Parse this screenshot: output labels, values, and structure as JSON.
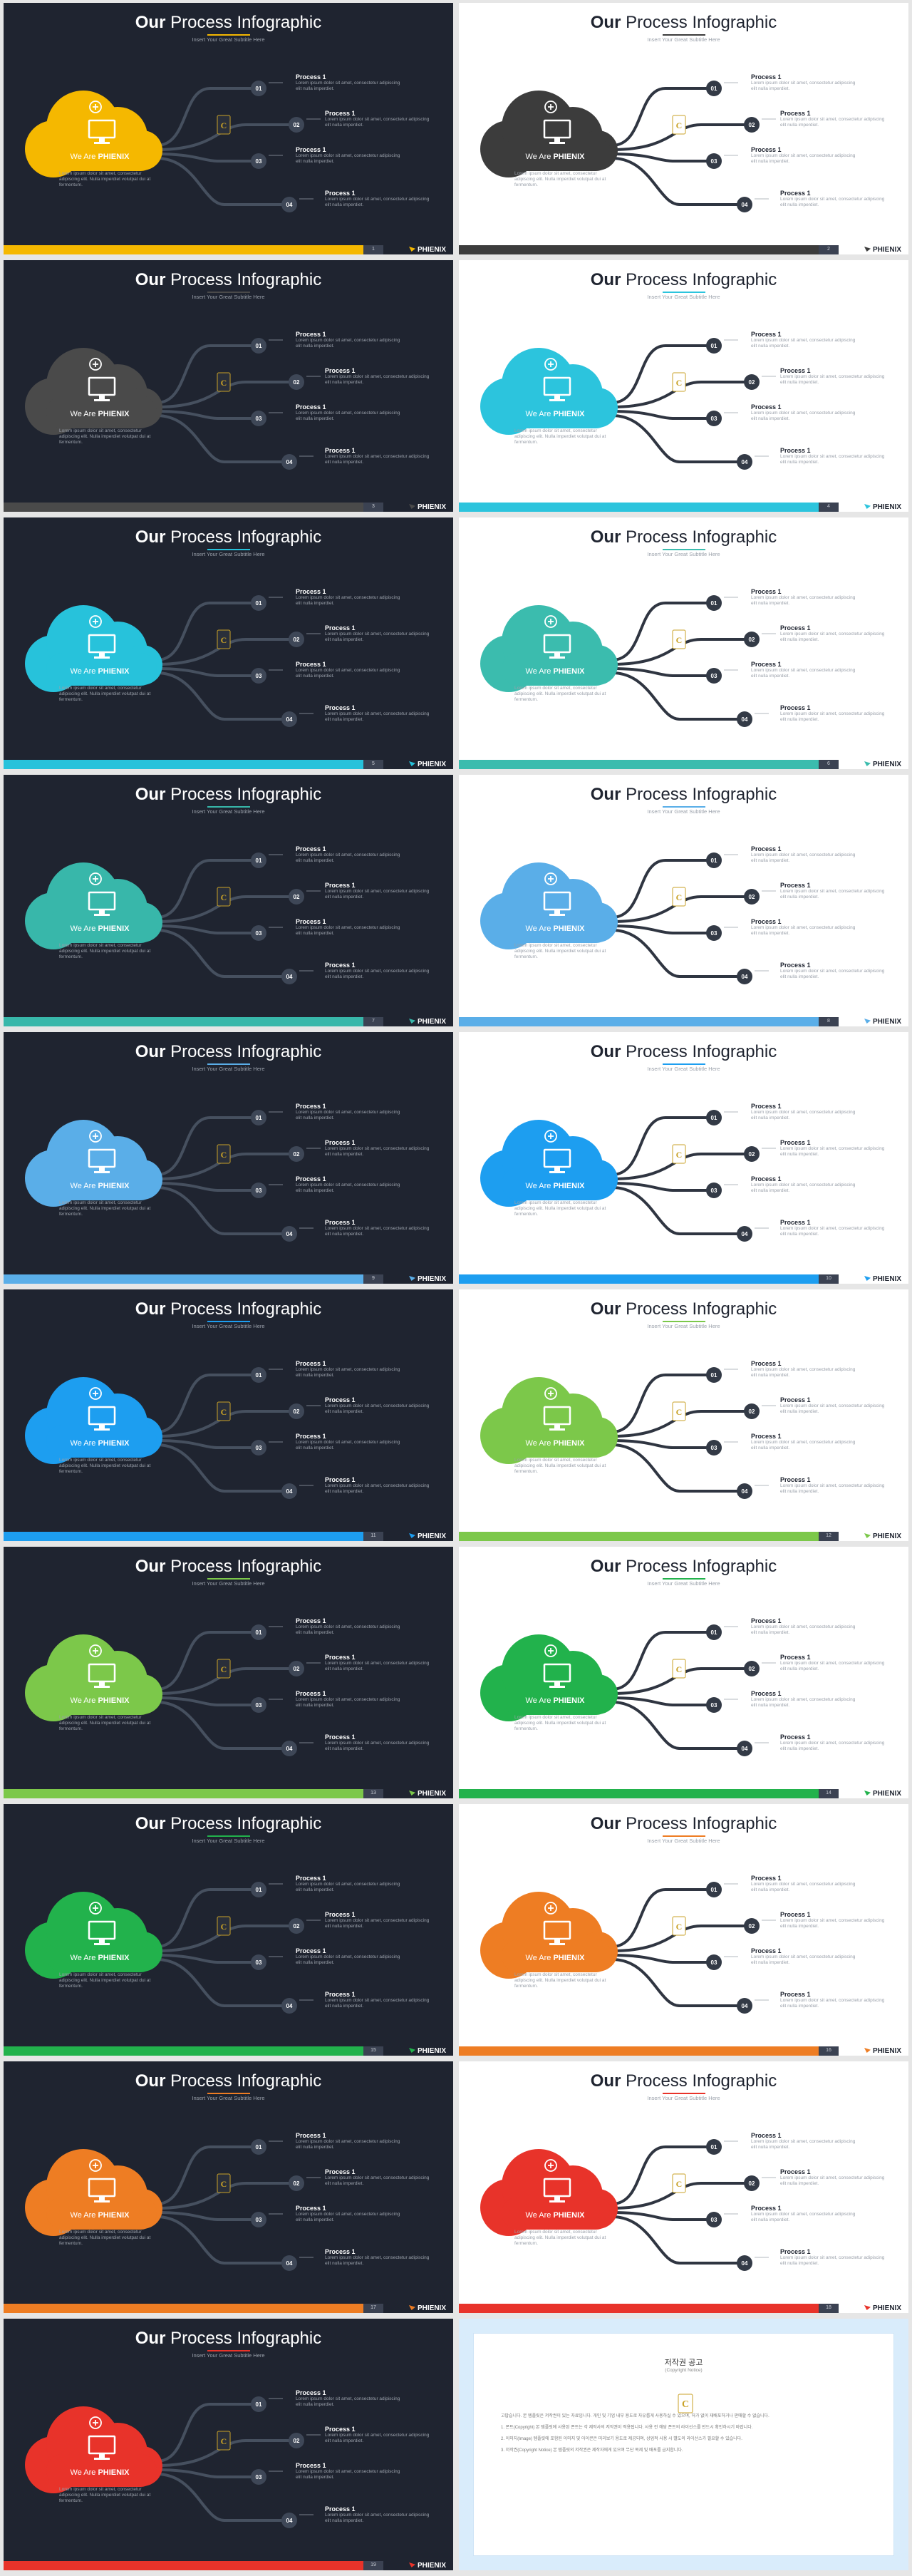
{
  "slide_common": {
    "title_bold": "Our",
    "title_rest": "Process Infographic",
    "subtitle": "Insert Your Great Subtitle Here",
    "we_are": "We Are",
    "brand_in_cloud": "PHIENIX",
    "cloud_desc": "Lorem ipsum dolor sit amet, consectetur adipiscing elit. Nulla imperdiet volutpat dui at fermentum.",
    "brand": "PHIENIX",
    "process_title": "Process 1",
    "process_desc": "Lorem ipsum dolor sit amet, consectetur adipiscing elit nulla imperdiet.",
    "numbers": [
      "01",
      "02",
      "03",
      "04"
    ]
  },
  "slides": [
    {
      "theme": "dark",
      "accent": "#f5b800",
      "page": "1"
    },
    {
      "theme": "light",
      "accent": "#3c3c3c",
      "page": "2"
    },
    {
      "theme": "dark",
      "accent": "#4a4a4a",
      "page": "3"
    },
    {
      "theme": "light",
      "accent": "#2cc4dd",
      "page": "4"
    },
    {
      "theme": "dark",
      "accent": "#27c2db",
      "page": "5"
    },
    {
      "theme": "light",
      "accent": "#3bbcae",
      "page": "6"
    },
    {
      "theme": "dark",
      "accent": "#38b7aa",
      "page": "7"
    },
    {
      "theme": "light",
      "accent": "#5aaee8",
      "page": "8"
    },
    {
      "theme": "dark",
      "accent": "#5aaee8",
      "page": "9"
    },
    {
      "theme": "light",
      "accent": "#1d9ef0",
      "page": "10"
    },
    {
      "theme": "dark",
      "accent": "#1d9ef0",
      "page": "11"
    },
    {
      "theme": "light",
      "accent": "#7cc84a",
      "page": "12"
    },
    {
      "theme": "dark",
      "accent": "#7cc84a",
      "page": "13"
    },
    {
      "theme": "light",
      "accent": "#22b24c",
      "page": "14"
    },
    {
      "theme": "dark",
      "accent": "#22b24c",
      "page": "15"
    },
    {
      "theme": "light",
      "accent": "#ee7d23",
      "page": "16"
    },
    {
      "theme": "dark",
      "accent": "#ee7d23",
      "page": "17"
    },
    {
      "theme": "light",
      "accent": "#e8332a",
      "page": "18"
    },
    {
      "theme": "dark",
      "accent": "#e8332a",
      "page": "19"
    }
  ],
  "notice": {
    "title": "저작권 공고",
    "subtitle": "(Copyright Notice)",
    "paragraphs": [
      "고맙습니다. 본 템플릿은 저작권이 있는 자료입니다. 개인 및 기업 내부 용도로 자유롭게 사용하실 수 있으며, 허가 없이 재배포하거나 판매할 수 없습니다.",
      "1. 폰트(Copyright) 본 템플릿에 사용된 폰트는 각 제작사의 저작권이 적용됩니다. 사용 전 해당 폰트의 라이선스를 반드시 확인하시기 바랍니다.",
      "2. 이미지(Image) 템플릿에 포함된 이미지 및 아이콘은 미리보기 용도로 제공되며, 상업적 사용 시 별도의 라이선스가 필요할 수 있습니다.",
      "3. 저작권(Copyright Notice) 본 템플릿의 저작권은 제작자에게 있으며 무단 복제 및 배포를 금지합니다."
    ]
  }
}
